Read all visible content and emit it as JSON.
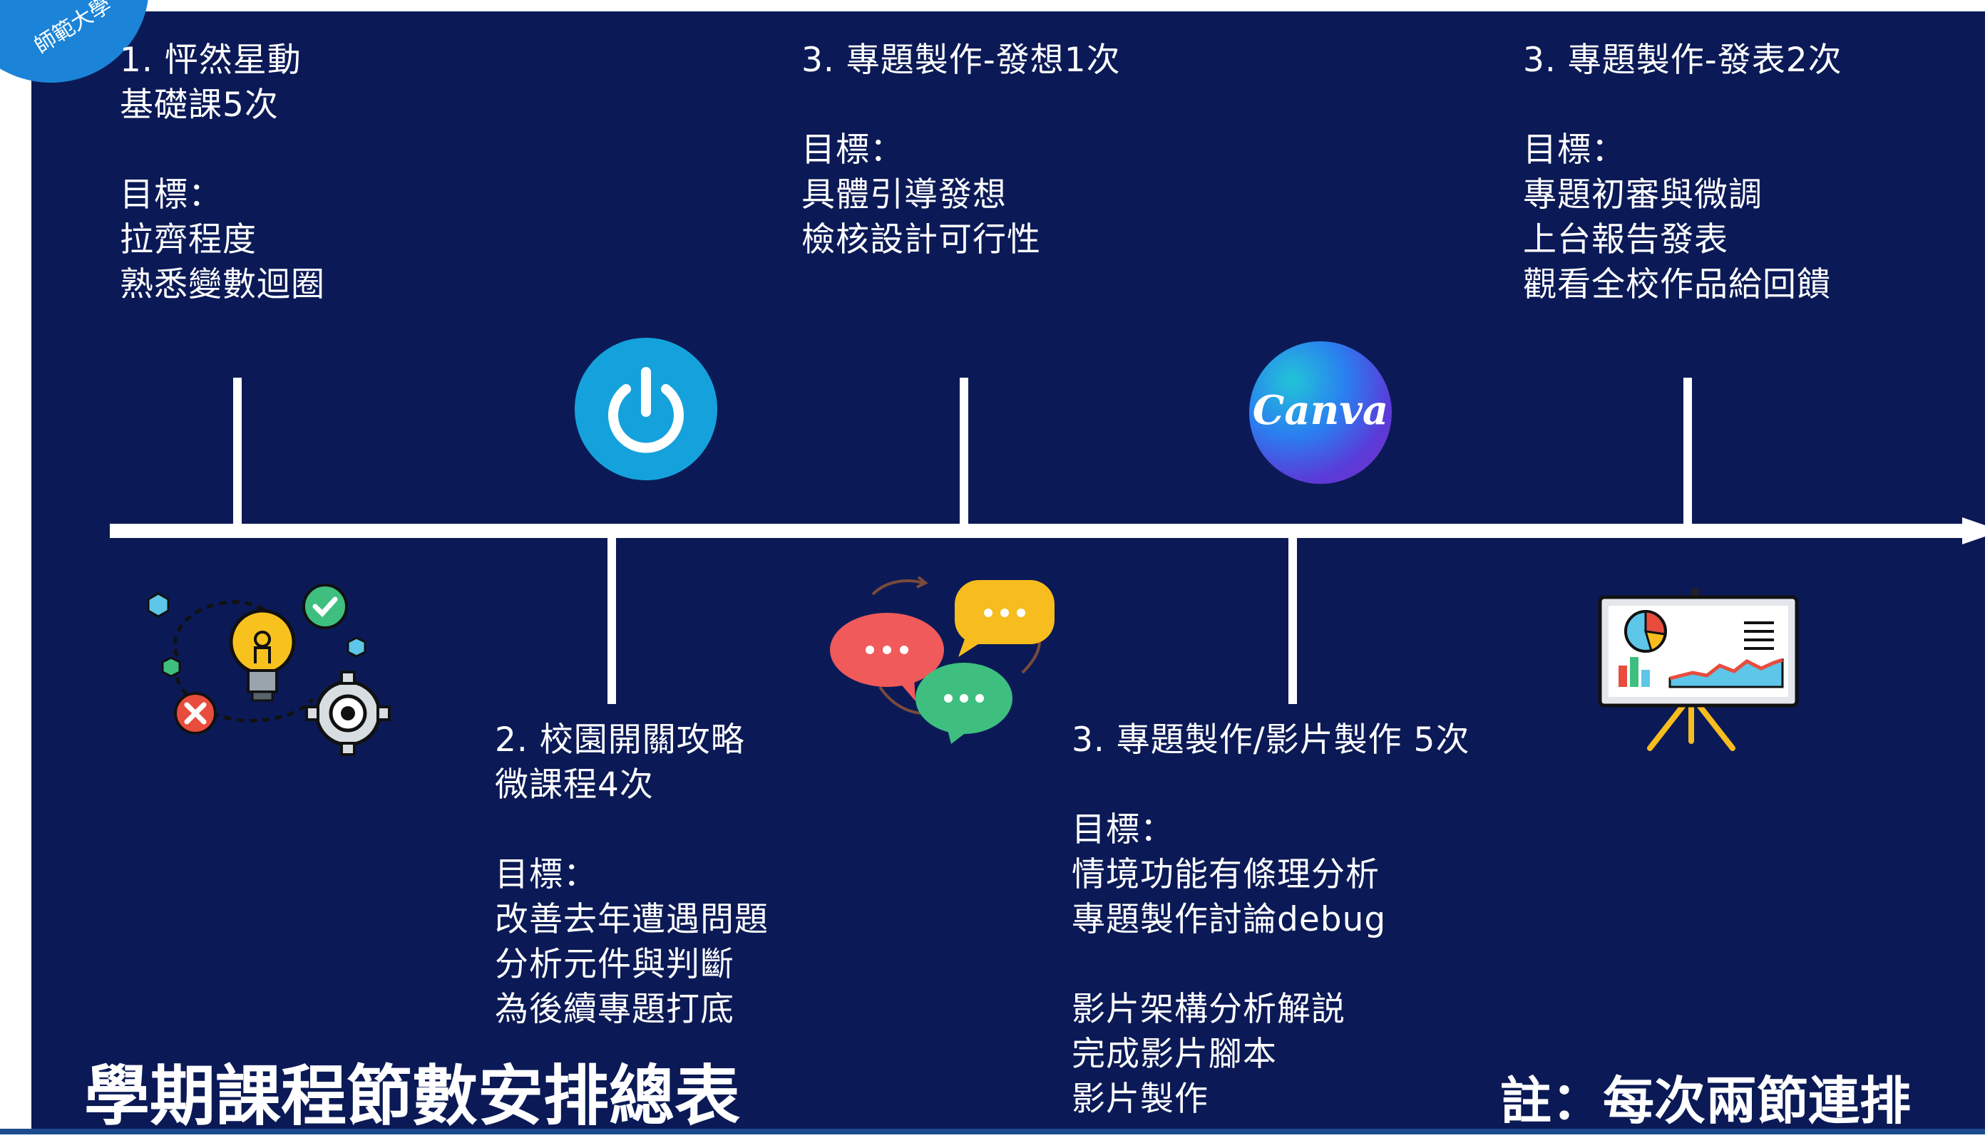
{
  "badge": {
    "text": "師範大學"
  },
  "milestones": {
    "m1": {
      "lines": [
        "1. 怦然星動",
        "基礎課5次",
        "",
        "目標：",
        "拉齊程度",
        "熟悉變數迴圈"
      ]
    },
    "m2": {
      "lines": [
        "2. 校園開關攻略",
        "微課程4次",
        "",
        "目標：",
        "改善去年遭遇問題",
        "分析元件與判斷",
        "為後續專題打底"
      ]
    },
    "m3": {
      "lines": [
        "3. 專題製作-發想1次",
        "",
        "目標：",
        "具體引導發想",
        "檢核設計可行性"
      ]
    },
    "m4": {
      "lines": [
        "3. 專題製作/影片製作 5次",
        "",
        "目標：",
        "情境功能有條理分析",
        "專題製作討論debug",
        "",
        "影片架構分析解説",
        "完成影片腳本",
        "影片製作"
      ]
    },
    "m5": {
      "lines": [
        "3. 專題製作-發表2次",
        "",
        "目標：",
        "專題初審與微調",
        "上台報告發表",
        "觀看全校作品給回饋"
      ]
    }
  },
  "title": "學期課程節數安排總表",
  "note": "註：每次兩節連排",
  "icons": {
    "canva_logo_text": "Canva",
    "ideas": "ideas-lightbulb-gear-icon",
    "power": "power-icon",
    "chat": "chat-bubbles-icon",
    "canva": "canva-logo-icon",
    "presentation": "presentation-board-icon"
  },
  "colors": {
    "background": "#0b1a56",
    "power_circle": "#15a2dc",
    "chat_red": "#f05a5b",
    "chat_yellow": "#f7bc1e",
    "chat_green": "#3fbf7f"
  }
}
